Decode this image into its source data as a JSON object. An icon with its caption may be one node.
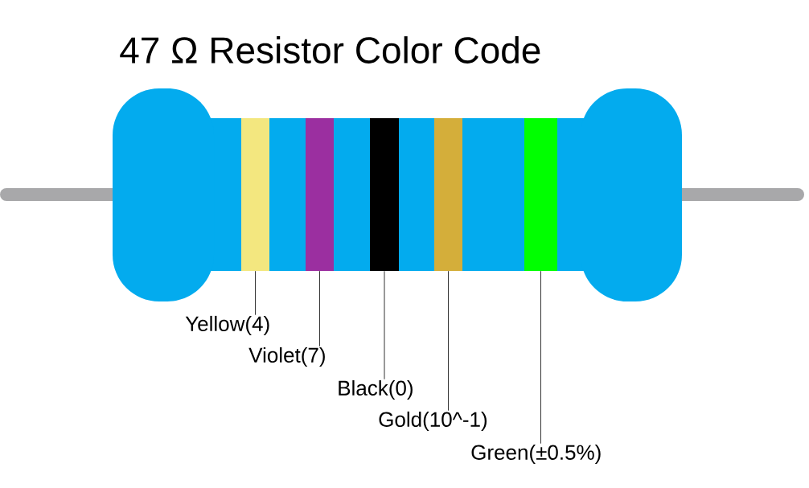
{
  "diagram": {
    "title": "47 Ω Resistor Color Code",
    "nodes": [
      {
        "text": [
          "Yellow(4)"
        ]
      },
      {
        "text": [
          "Violet(7)"
        ]
      },
      {
        "text": [
          "Black(0)"
        ]
      },
      {
        "text": [
          "Gold(10^-1)"
        ]
      },
      {
        "text": [
          "Green(±0.5%)"
        ]
      },
      {
        "text": [],
        "shape": "bar"
      },
      {
        "text": [],
        "shape": "bar"
      },
      {
        "text": [],
        "shape": "bar"
      },
      {
        "text": [],
        "shape": "bar"
      },
      {
        "text": [],
        "shape": "bar"
      }
    ],
    "edges": [
      {
        "from": 0,
        "to": 5,
        "arrow": "none"
      },
      {
        "from": 1,
        "to": 6,
        "arrow": "none"
      },
      {
        "from": 2,
        "to": 7,
        "arrow": "none"
      },
      {
        "from": 3,
        "to": 8,
        "arrow": "none"
      },
      {
        "from": 4,
        "to": 9,
        "arrow": "none"
      }
    ]
  }
}
